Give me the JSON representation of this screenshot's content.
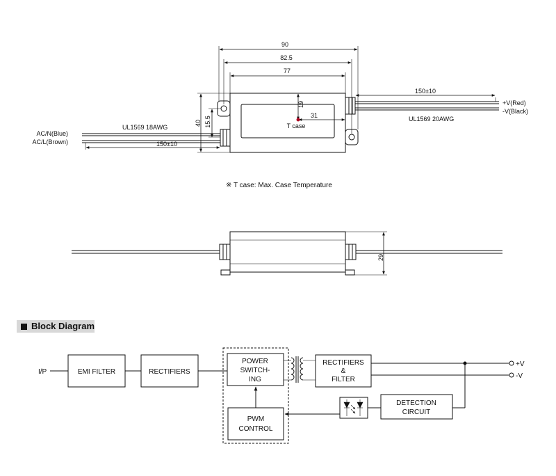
{
  "top_view": {
    "dim_overall_width": "90",
    "dim_mount_span": "82.5",
    "dim_body_width": "77",
    "dim_height": "40",
    "dim_hole_offset": "15.5",
    "dim_tcase_x": "31",
    "dim_tcase_y": "19",
    "tcase_label": "T case",
    "input_cable_length": "150±10",
    "output_cable_length": "150±10",
    "input_wire_spec": "UL1569  18AWG",
    "output_wire_spec": "UL1569  20AWG",
    "input_ac_n": "AC/N(Blue)",
    "input_ac_l": "AC/L(Brown)",
    "output_vplus": "+V(Red)",
    "output_vminus": "-V(Black)"
  },
  "note": "※ T case: Max. Case Temperature",
  "side_view": {
    "dim_thickness": "29"
  },
  "block_diagram": {
    "title": "Block Diagram",
    "input_label": "I/P",
    "emi_filter": "EMI FILTER",
    "rectifiers": "RECTIFIERS",
    "power_switching_1": "POWER",
    "power_switching_2": "SWITCH-",
    "power_switching_3": "ING",
    "pwm_1": "PWM",
    "pwm_2": "CONTROL",
    "rect_filter_1": "RECTIFIERS",
    "rect_filter_2": "&",
    "rect_filter_3": "FILTER",
    "detection_1": "DETECTION",
    "detection_2": "CIRCUIT",
    "out_plus": "+V",
    "out_minus": "-V"
  },
  "colors": {
    "line": "#111111",
    "tcase_dot": "#b00020",
    "title_bg": "#d8d8d8"
  }
}
